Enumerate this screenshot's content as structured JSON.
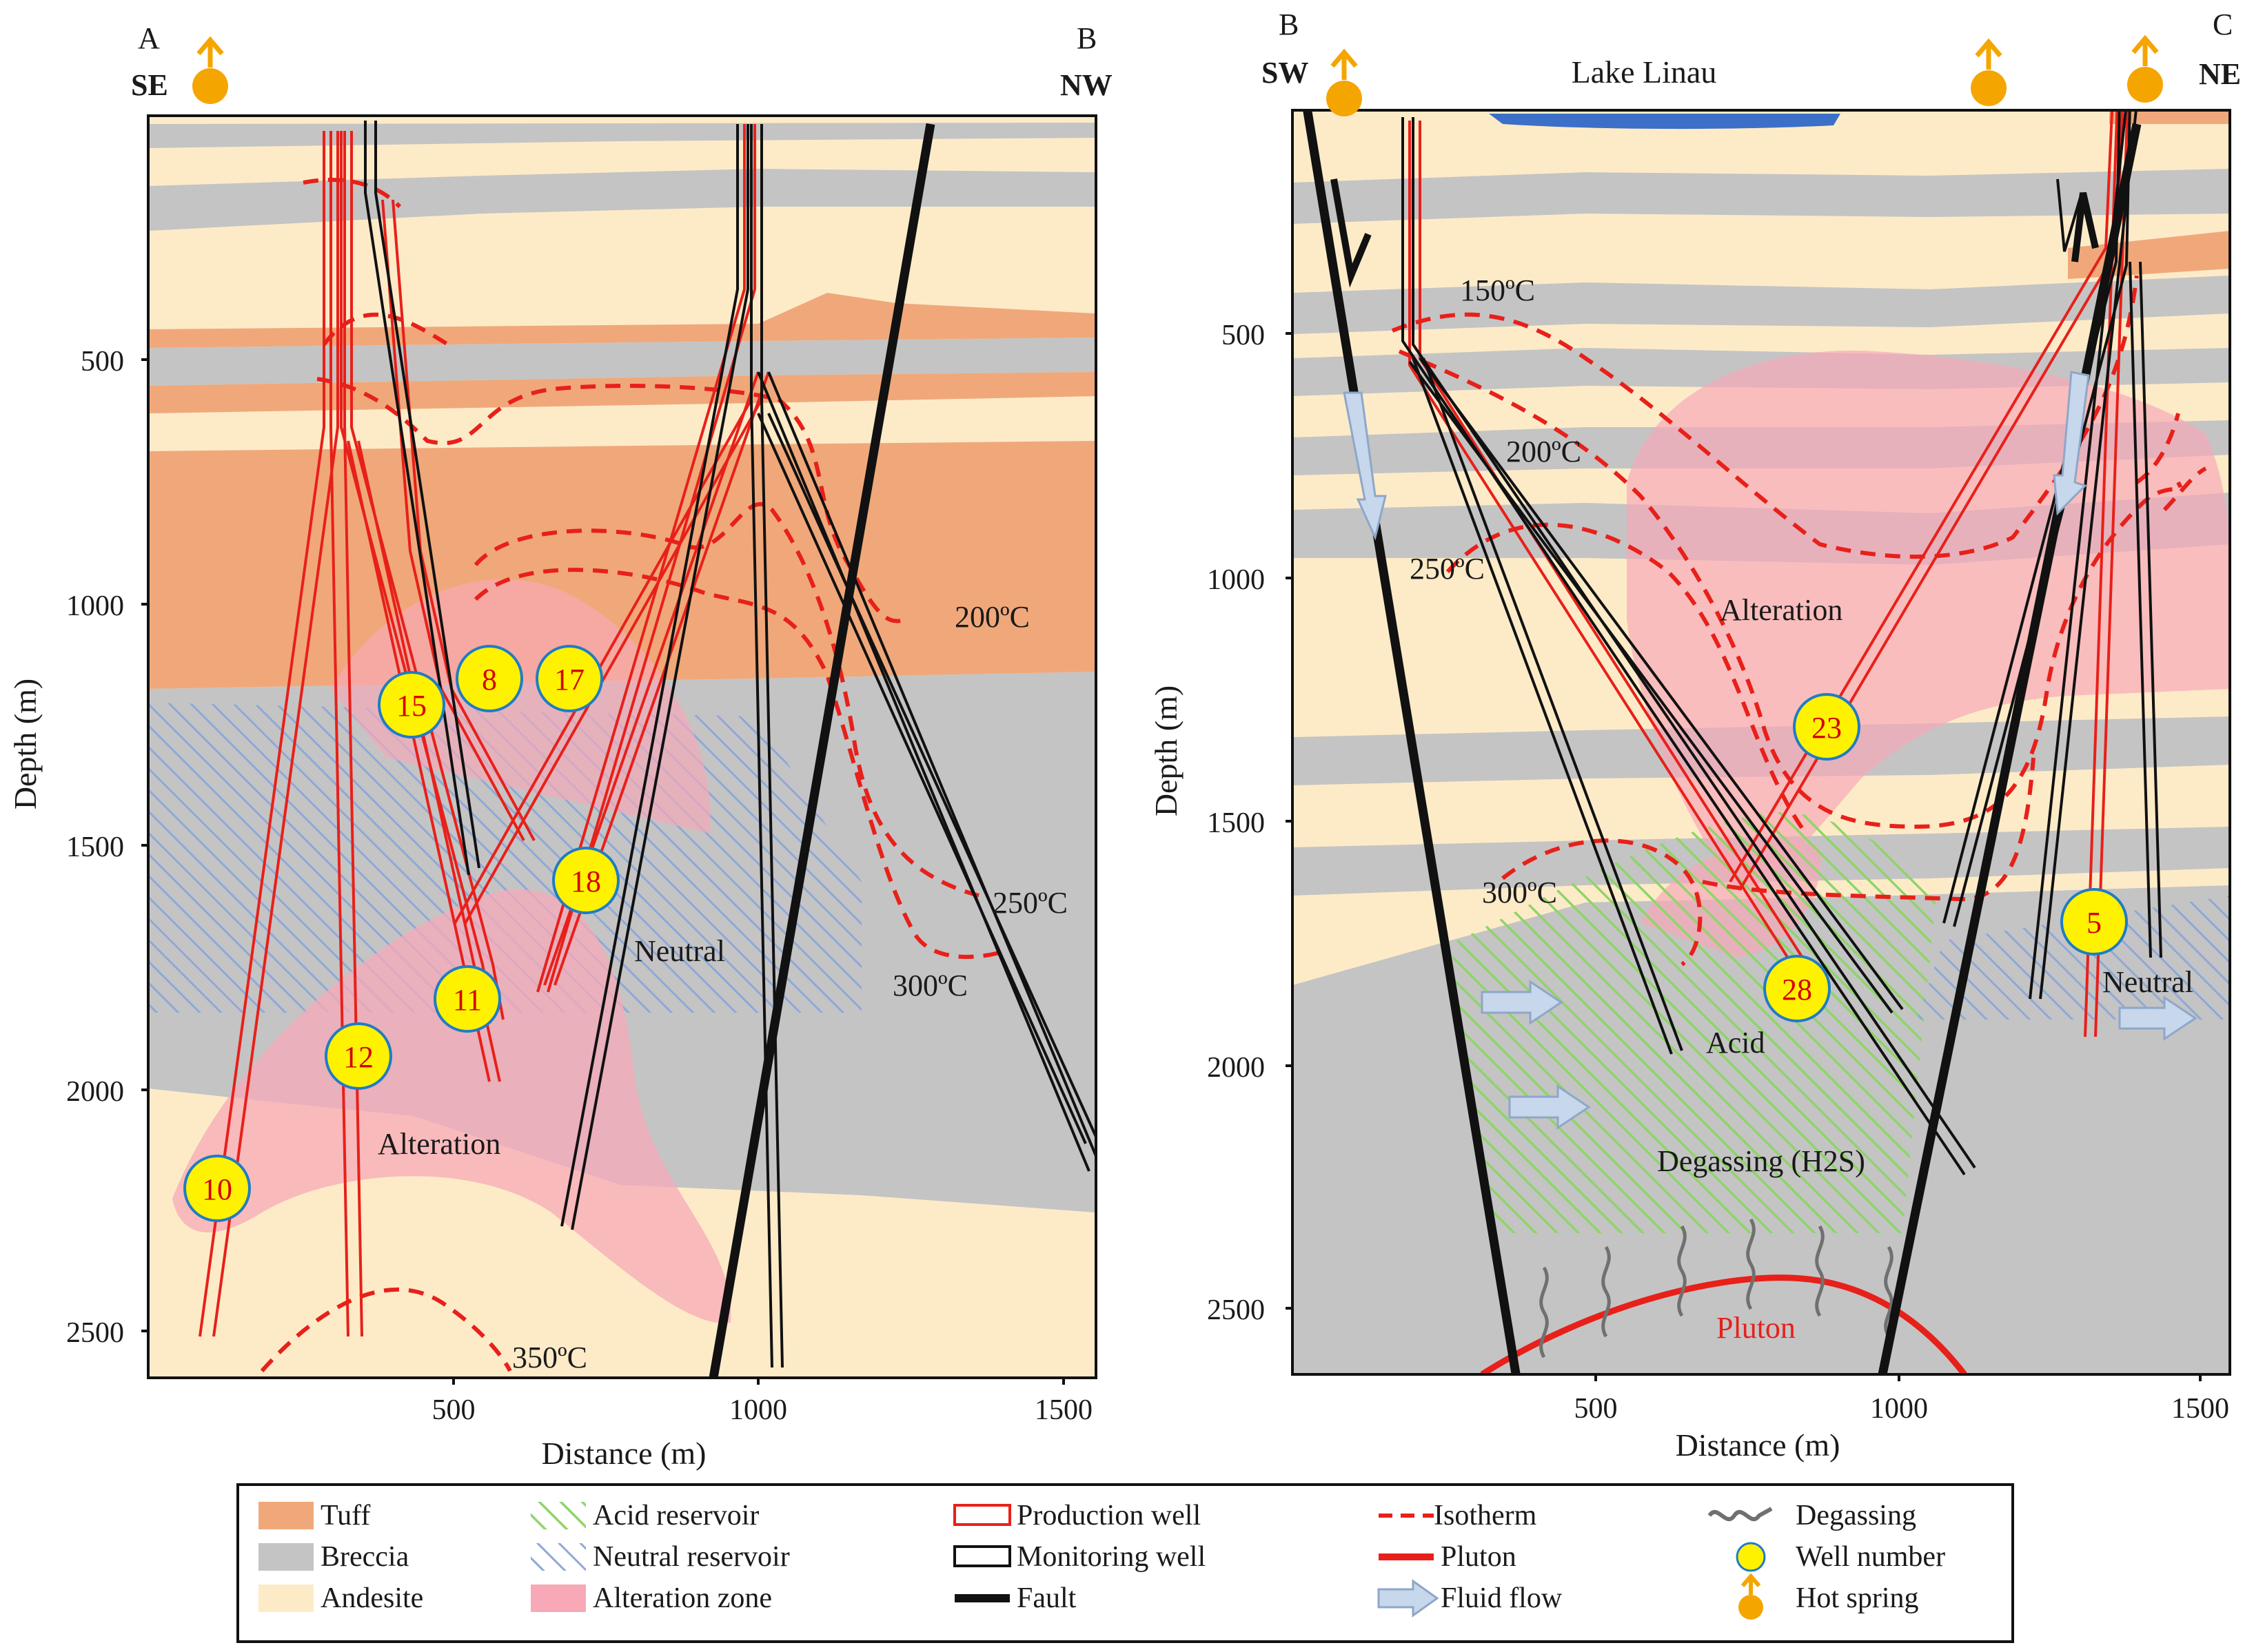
{
  "left_section": {
    "label_start": "A",
    "label_end": "B",
    "dir_start": "SE",
    "dir_end": "NW",
    "ylabel": "Depth (m)",
    "xlabel": "Distance (m)",
    "yticks": [
      "500",
      "1000",
      "1500",
      "2000",
      "2500"
    ],
    "xticks": [
      "500",
      "1000",
      "1500"
    ],
    "isotherms": [
      "200ºC",
      "250ºC",
      "300ºC",
      "350ºC"
    ],
    "zones": [
      "Neutral",
      "Alteration"
    ],
    "wells": [
      "15",
      "8",
      "17",
      "18",
      "11",
      "12",
      "10"
    ]
  },
  "right_section": {
    "label_start": "B",
    "label_end": "C",
    "dir_start": "SW",
    "dir_end": "NE",
    "lake": "Lake Linau",
    "ylabel": "Depth (m)",
    "xlabel": "Distance (m)",
    "yticks": [
      "500",
      "1000",
      "1500",
      "2000",
      "2500"
    ],
    "xticks": [
      "500",
      "1000",
      "1500"
    ],
    "isotherms": [
      "150ºC",
      "200ºC",
      "250ºC",
      "300ºC"
    ],
    "zones": [
      "Alteration",
      "Acid",
      "Neutral",
      "Degassing (H2S)",
      "Pluton"
    ],
    "wells": [
      "23",
      "28",
      "5"
    ]
  },
  "legend": {
    "items": [
      {
        "label": "Tuff",
        "icon": "tuff-swatch"
      },
      {
        "label": "Breccia",
        "icon": "breccia-swatch"
      },
      {
        "label": "Andesite",
        "icon": "andesite-swatch"
      },
      {
        "label": "Acid reservoir",
        "icon": "acid-reservoir-swatch"
      },
      {
        "label": "Neutral reservoir",
        "icon": "neutral-reservoir-swatch"
      },
      {
        "label": "Alteration zone",
        "icon": "alteration-zone-swatch"
      },
      {
        "label": "Production well",
        "icon": "production-well-icon"
      },
      {
        "label": "Monitoring well",
        "icon": "monitoring-well-icon"
      },
      {
        "label": "Fault",
        "icon": "fault-icon"
      },
      {
        "label": "Isotherm",
        "icon": "isotherm-icon"
      },
      {
        "label": "Pluton",
        "icon": "pluton-icon"
      },
      {
        "label": "Fluid flow",
        "icon": "fluid-flow-icon"
      },
      {
        "label": "Degassing",
        "icon": "degassing-icon"
      },
      {
        "label": "Well number",
        "icon": "well-number-icon"
      },
      {
        "label": "Hot spring",
        "icon": "hot-spring-icon"
      }
    ]
  },
  "colors": {
    "tuff": "#f0a87a",
    "breccia": "#c4c4c4",
    "andesite": "#fdebc8",
    "alteration": "#f7a9b8",
    "acid_hatch": "#8fd46a",
    "neutral_hatch": "#8fa8d8",
    "well_red": "#e8201a",
    "isotherm_red": "#e8201a",
    "well_marker": "#fff200",
    "marker_ring": "#1f7cc4",
    "hot_spring": "#f5a500",
    "lake": "#3c6fc8",
    "flow_arrow": "#c7d7ec"
  }
}
